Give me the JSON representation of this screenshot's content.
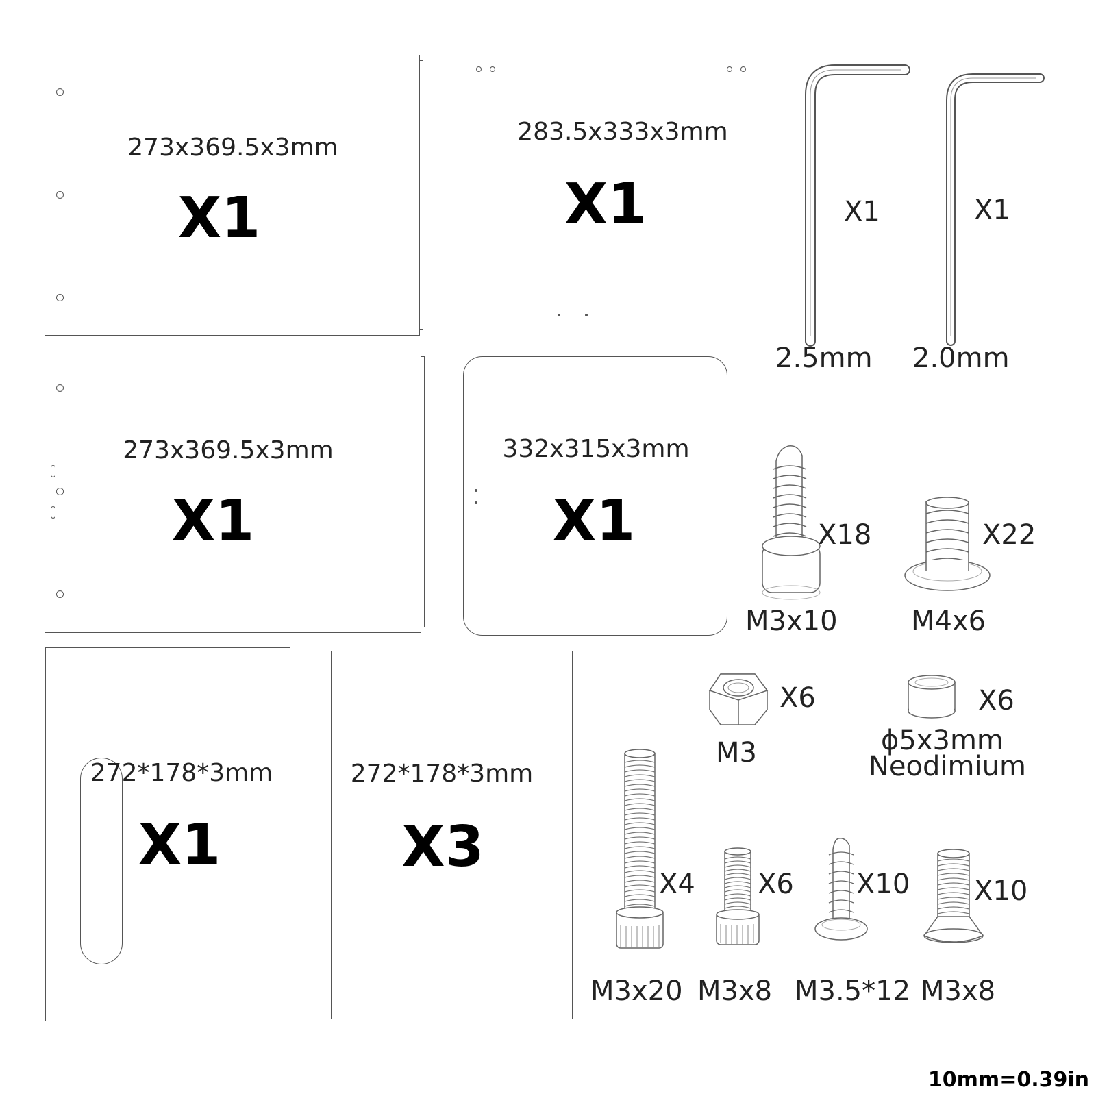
{
  "panels": [
    {
      "dim": "273x369.5x3mm",
      "qty": "X1"
    },
    {
      "dim": "283.5x333x3mm",
      "qty": "X1"
    },
    {
      "dim": "273x369.5x3mm",
      "qty": "X1"
    },
    {
      "dim": "332x315x3mm",
      "qty": "X1"
    },
    {
      "dim": "272*178*3mm",
      "qty": "X1"
    },
    {
      "dim": "272*178*3mm",
      "qty": "X3"
    }
  ],
  "hex_keys": [
    {
      "qty": "X1",
      "size": "2.5mm"
    },
    {
      "qty": "X1",
      "size": "2.0mm"
    }
  ],
  "hardware": [
    {
      "name": "M3x10",
      "qty": "X18",
      "icon": "self-tapping-screw-socket-head-icon"
    },
    {
      "name": "M4x6",
      "qty": "X22",
      "icon": "washer-head-screw-icon"
    },
    {
      "name": "M3",
      "qty": "X6",
      "icon": "hex-nut-icon"
    },
    {
      "name": "ϕ5x3mm",
      "name2": "Neodimium",
      "qty": "X6",
      "icon": "magnet-icon"
    },
    {
      "name": "M3x20",
      "qty": "X4",
      "icon": "socket-head-bolt-icon"
    },
    {
      "name": "M3x8",
      "qty": "X6",
      "icon": "socket-head-bolt-short-icon"
    },
    {
      "name": "M3.5*12",
      "qty": "X10",
      "icon": "pan-head-tapping-screw-icon"
    },
    {
      "name": "M3x8",
      "qty": "X10",
      "icon": "countersunk-screw-icon"
    }
  ],
  "scale_note": "10mm=0.39in"
}
